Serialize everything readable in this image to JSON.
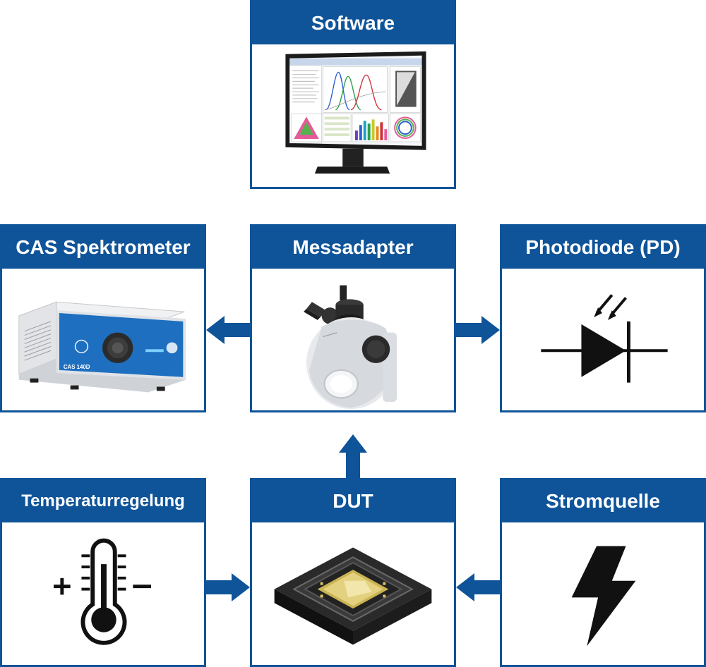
{
  "boxes": {
    "software": "Software",
    "spectrometer": "CAS Spektrometer",
    "spectrometer_device_label": "CAS 140D",
    "adapter": "Messadapter",
    "photodiode": "Photodiode (PD)",
    "temperature": "Temperaturregelung",
    "dut": "DUT",
    "power": "Stromquelle"
  },
  "colors": {
    "brand_blue": "#0f5499",
    "device_blue": "#1e6fc0",
    "dark": "#1a1a1a"
  },
  "icons": {
    "software": "monitor-icon",
    "spectrometer": "spectrometer-device-icon",
    "adapter": "integrating-sphere-icon",
    "photodiode": "photodiode-symbol-icon",
    "temperature": "thermometer-icon",
    "dut": "led-chip-icon",
    "power": "lightning-bolt-icon"
  }
}
